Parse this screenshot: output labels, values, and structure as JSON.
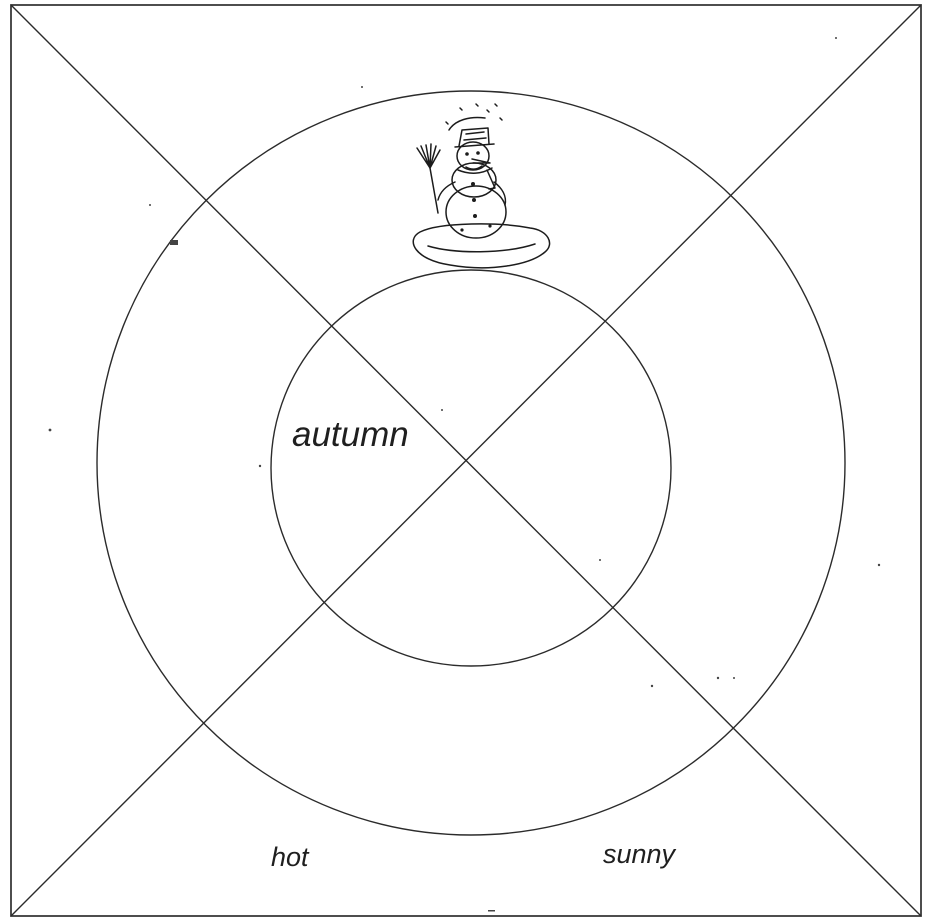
{
  "diagram": {
    "labels": {
      "center": "autumn",
      "bottom_left": "hot",
      "bottom_right": "sunny"
    },
    "image": {
      "icon": "snowman-icon"
    },
    "colors": {
      "ink": "#2b2b2b",
      "paper": "#ffffff"
    }
  }
}
